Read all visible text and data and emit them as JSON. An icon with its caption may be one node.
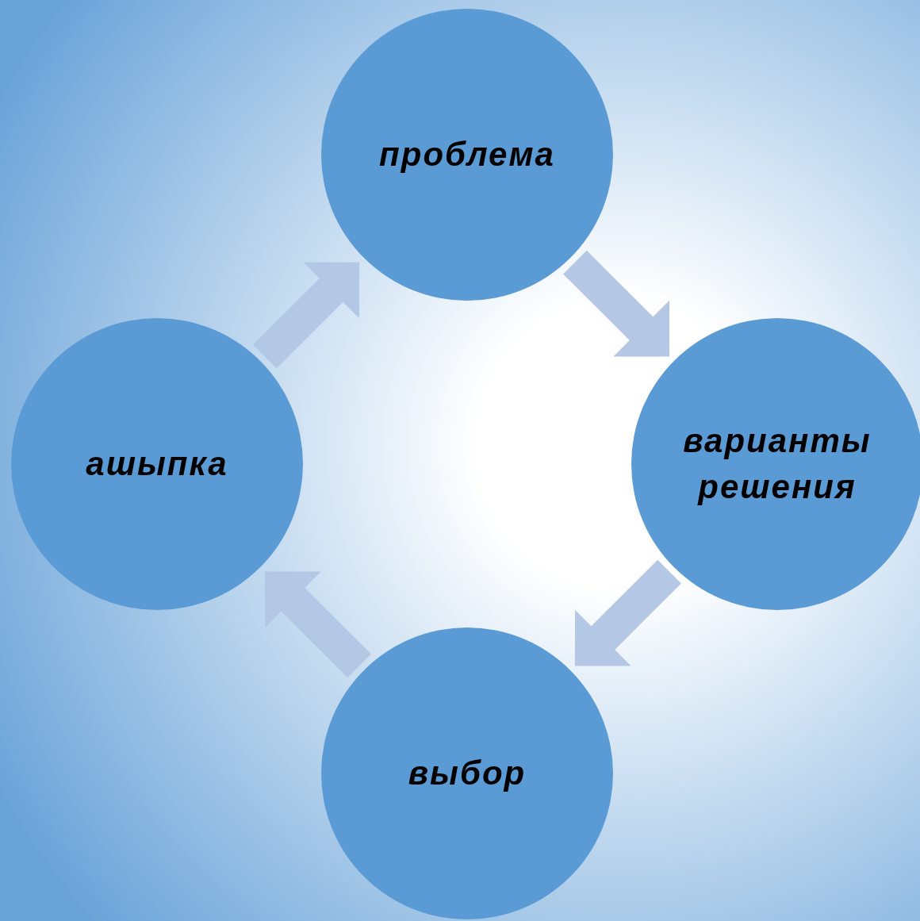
{
  "diagram": {
    "nodes": [
      {
        "text": [
          "проблема"
        ]
      },
      {
        "text": [
          "варианты решения"
        ]
      },
      {
        "text": [
          "выбор"
        ]
      },
      {
        "text": [
          "ашыпка"
        ]
      }
    ],
    "edges": [
      {
        "from": 0,
        "to": 1,
        "arrow": "to"
      },
      {
        "from": 1,
        "to": 2,
        "arrow": "to"
      },
      {
        "from": 2,
        "to": 3,
        "arrow": "to"
      },
      {
        "from": 3,
        "to": 0,
        "arrow": "to"
      }
    ]
  }
}
